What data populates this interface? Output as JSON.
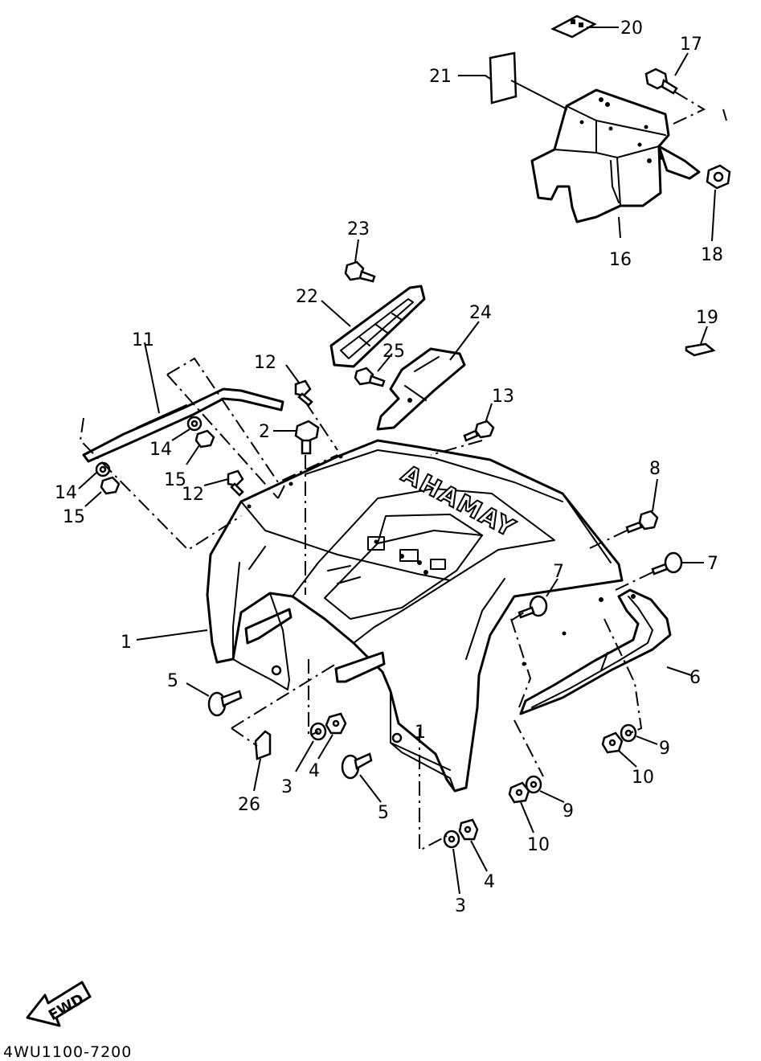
{
  "diagram_code": "4WU1100-7200",
  "brand": "YAMAHA",
  "fwd_label": "FWD",
  "callouts": {
    "c1a": "1",
    "c1b": "1",
    "c2": "2",
    "c3a": "3",
    "c3b": "3",
    "c4a": "4",
    "c4b": "4",
    "c5a": "5",
    "c5b": "5",
    "c6": "6",
    "c7a": "7",
    "c7b": "7",
    "c8": "8",
    "c9a": "9",
    "c9b": "9",
    "c10a": "10",
    "c10b": "10",
    "c11": "11",
    "c12a": "12",
    "c12b": "12",
    "c13": "13",
    "c14a": "14",
    "c14b": "14",
    "c15a": "15",
    "c15b": "15",
    "c16": "16",
    "c17": "17",
    "c18": "18",
    "c19": "19",
    "c20": "20",
    "c21": "21",
    "c22": "22",
    "c23": "23",
    "c24": "24",
    "c25": "25",
    "c26": "26"
  }
}
